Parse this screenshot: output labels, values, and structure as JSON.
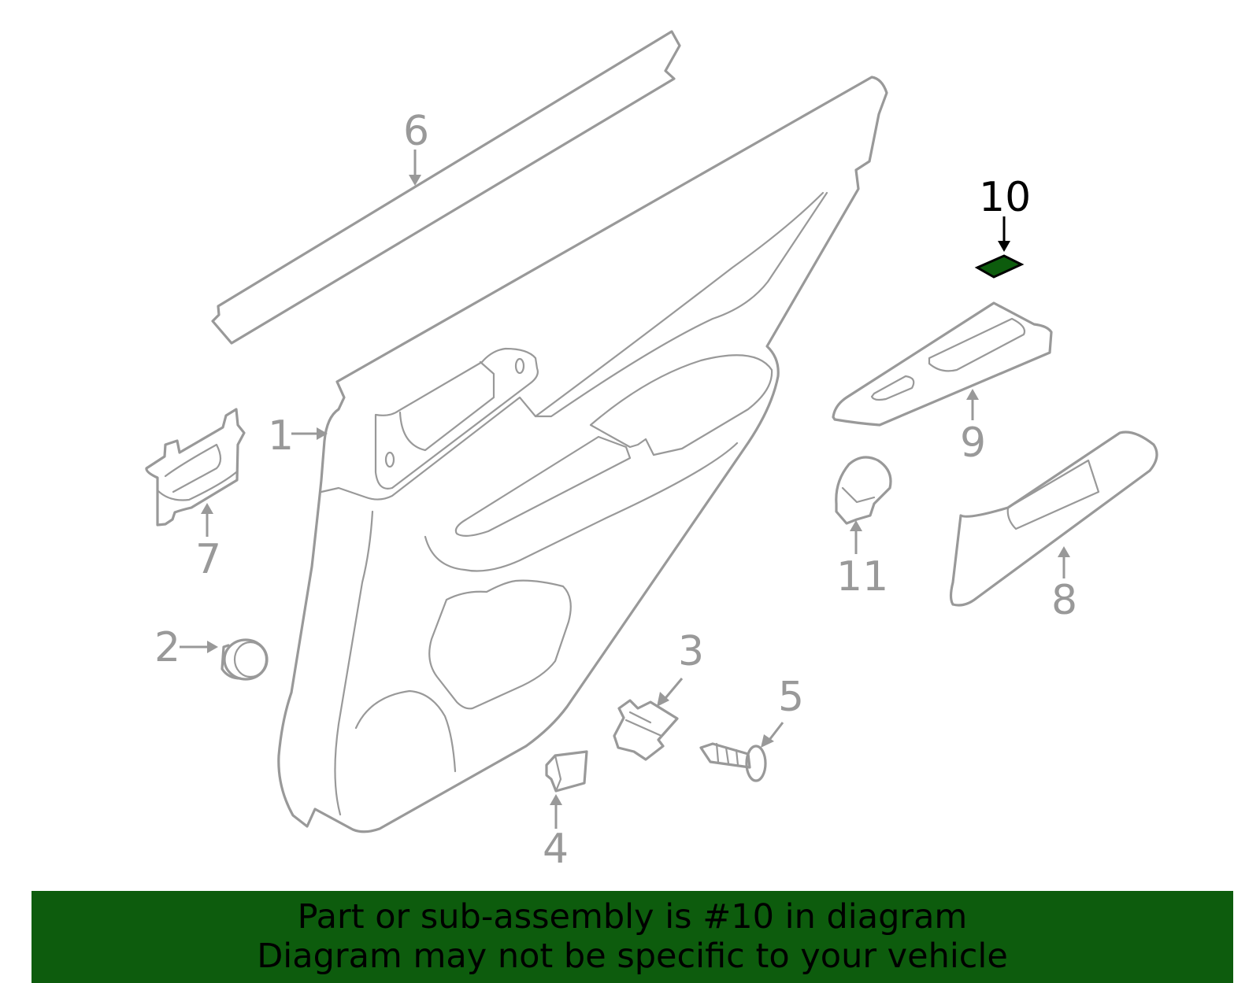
{
  "callouts": {
    "c1": "1",
    "c2": "2",
    "c3": "3",
    "c4": "4",
    "c5": "5",
    "c6": "6",
    "c7": "7",
    "c8": "8",
    "c9": "9",
    "c10": "10",
    "c11": "11"
  },
  "highlight": {
    "part": "10",
    "color": "#0d5c0d"
  },
  "banner": {
    "line1": "Part or sub-assembly is #10 in diagram",
    "line2": "Diagram may not be specific to your vehicle",
    "color": "#0d5c0d"
  }
}
